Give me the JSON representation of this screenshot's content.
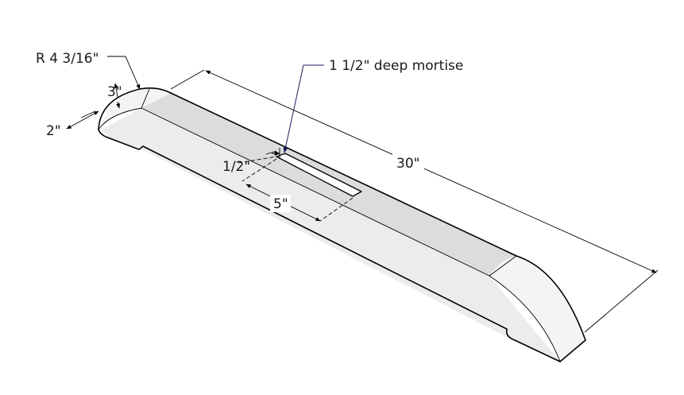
{
  "labels": {
    "radius": "R 4 3/16\"",
    "end_height": "3\"",
    "width": "2\"",
    "length": "30\"",
    "mortise_note": "1 1/2\" deep mortise",
    "mortise_width": "1/2\"",
    "mortise_length": "5\""
  },
  "colors": {
    "top_face": "#dcdcdc",
    "side_face": "#ececec",
    "end_face": "#f4f4f4",
    "leader": "#1a1a5e"
  }
}
